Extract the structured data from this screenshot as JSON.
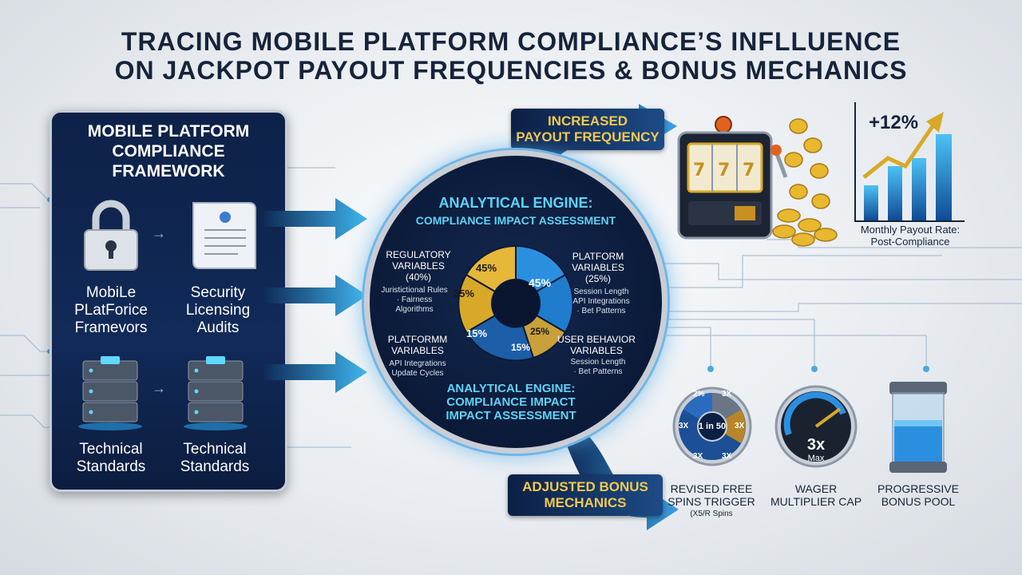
{
  "title": {
    "line1": "TRACING MOBILE PLATFORM COMPLIANCE’S INFLLUENCE",
    "line2": "ON JACKPOT PAYOUT FREQUENCIES & BONUS MECHANICS"
  },
  "left_panel": {
    "title_lines": [
      "MOBILE PLATFORM",
      "COMPLIANCE",
      "FRAMEWORK"
    ],
    "items": [
      {
        "label_lines": [
          "MobiLe",
          "PLatForice",
          "Framevors"
        ],
        "icon": "padlock-icon"
      },
      {
        "label_lines": [
          "Security",
          "Licensing",
          "Audits"
        ],
        "icon": "document-scroll-icon"
      },
      {
        "label_lines": [
          "Technical",
          "Standards"
        ],
        "icon": "server-rack-icon"
      },
      {
        "label_lines": [
          "Technical",
          "Standards"
        ],
        "icon": "server-rack-icon"
      }
    ]
  },
  "engine": {
    "title": "ANALYTICAL ENGINE:",
    "subtitle": "COMPLIANCE IMPACT ASSESSMENT",
    "bottom_lines": [
      "ANALYTICAL ENGINE:",
      "COMPLIANCE IMPACT",
      "IMPACT ASSESSMENT"
    ],
    "regulatory": {
      "label_lines": [
        "REGULATORY",
        "VARIABLES",
        "(40%)"
      ],
      "items": [
        "Juristictional Rules",
        "· Fairness",
        "Algorithms"
      ]
    },
    "platform_top": {
      "label_lines": [
        "PLATFORM",
        "VARIABLES",
        "(25%)"
      ],
      "items": [
        "Session Length",
        "API Integrations",
        "· Bet Patterns"
      ]
    },
    "platform_bottom": {
      "label_lines": [
        "PLATFORMM",
        "VARIABLES"
      ],
      "items": [
        "API Integrations",
        "Update Cycles"
      ]
    },
    "user_behavior": {
      "label_lines": [
        "USER BEHAVIOR",
        "VARIABLES"
      ],
      "items": [
        "Session Length",
        "· Bet Patterns"
      ]
    },
    "segments": [
      "45%",
      "25%",
      "45%",
      "15%",
      "25%",
      "15%"
    ]
  },
  "outcomes": {
    "top_banner_lines": [
      "INCREASED",
      "PAYOUT FREQUENCY"
    ],
    "bottom_banner_lines": [
      "ADJUSTED BONUS",
      "MECHANICS"
    ],
    "growth_label": "+12%",
    "chart_caption_lines": [
      "Monthly Payout Rate:",
      "Post-Compliance"
    ],
    "wheel": {
      "cells": [
        "2%",
        "3X",
        "3X",
        "3X",
        "3X",
        "3X"
      ],
      "center": "1 in 50",
      "caption_lines": [
        "REVISED FREE",
        "SPINS TRIGGER",
        "(X5/R Spins"
      ]
    },
    "gauge": {
      "value": "3x",
      "unit": "Max",
      "caption_lines": [
        "WAGER",
        "MULTIPLIER CAP"
      ]
    },
    "pool": {
      "caption_lines": [
        "PROGRESSIVE",
        "BONUS POOL"
      ]
    }
  },
  "colors": {
    "navy": "#0d2148",
    "cyan": "#5ed3f6",
    "gold": "#d8a928",
    "blue": "#2c7fd4"
  }
}
